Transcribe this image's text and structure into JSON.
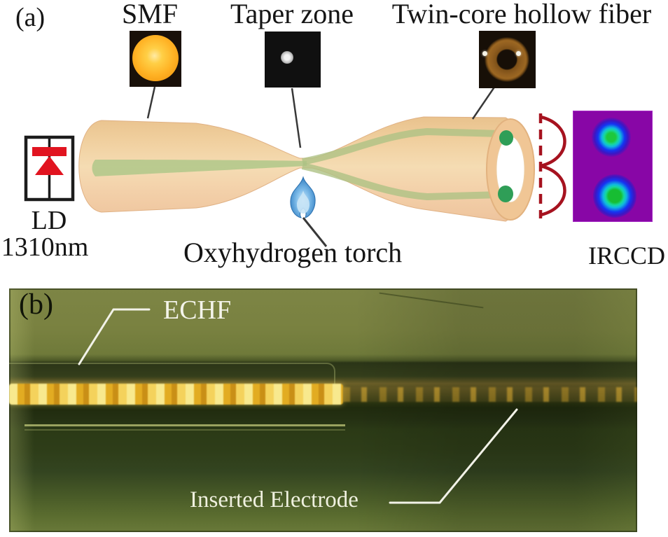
{
  "figure": {
    "panel_a": {
      "label": "(a)",
      "smf_label": "SMF",
      "taper_zone_label": "Taper zone",
      "twin_core_label": "Twin-core hollow fiber",
      "ld_label": "LD",
      "ld_wavelength": "1310nm",
      "torch_label": "Oxyhydrogen torch",
      "irccd_label": "IRCCD",
      "colors": {
        "fiber_body": "#f2d3a6",
        "fiber_core": "#b4c98c",
        "diode_red": "#e11420",
        "flame_blue": "#4a97d3",
        "mode_profile_red": "#a6121f",
        "irccd_background": "#8806a6",
        "irccd_blob_center": "#1ec83c",
        "irccd_blob_ring": "#1534f2"
      }
    },
    "panel_b": {
      "label": "(b)",
      "echf_label": "ECHF",
      "electrode_label": "Inserted Electrode",
      "colors": {
        "photo_olive": "#6b7638",
        "gold_band": "#e3b02a",
        "annotation_white": "#f2f2e8"
      }
    }
  }
}
